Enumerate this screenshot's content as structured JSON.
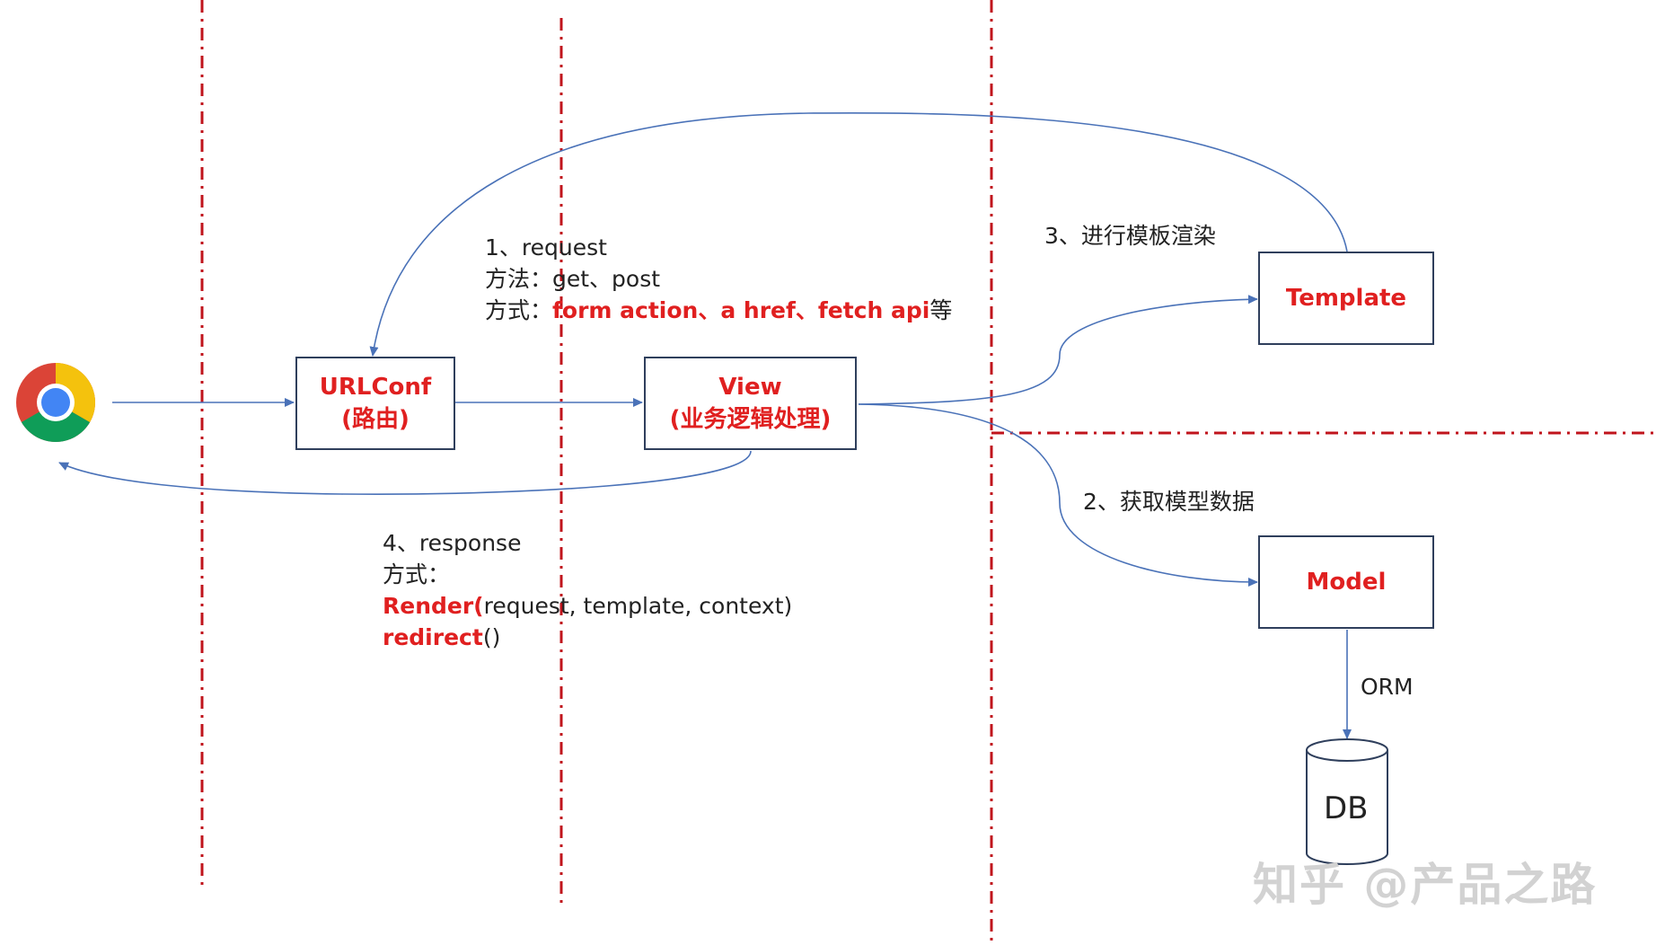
{
  "nodes": {
    "urlconf": {
      "line1": "URLConf",
      "line2": "(路由)"
    },
    "view": {
      "line1": "View",
      "line2": "(业务逻辑处理)"
    },
    "template": {
      "label": "Template"
    },
    "model": {
      "label": "Model"
    },
    "db": {
      "label": "DB"
    }
  },
  "annotations": {
    "request": {
      "line1": "1、request",
      "line2": "方法：get、post",
      "line3_prefix": "方式：",
      "line3_red": "form action、a href、fetch api",
      "line3_suffix": "等"
    },
    "render_template": "3、进行模板渲染",
    "get_model": "2、获取模型数据",
    "orm": "ORM",
    "response": {
      "line1": "4、response",
      "line2": "方式：",
      "line3_red": "Render(",
      "line3_rest": "request, template, context)",
      "line4_red": "redirect",
      "line4_rest": "()"
    }
  },
  "watermark": "知乎 @产品之路",
  "colors": {
    "accent_red": "#e02020",
    "box_border": "#2f3f5c",
    "arrow_blue": "#4a72b8",
    "divider_red": "#c0141c"
  },
  "icons": {
    "browser": "chrome-icon"
  }
}
